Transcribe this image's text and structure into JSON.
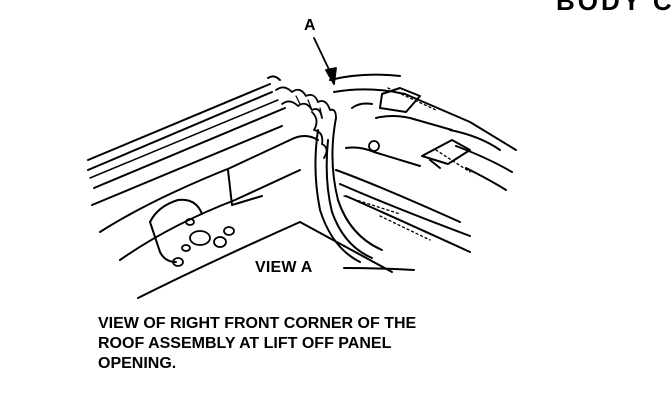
{
  "diagram": {
    "callout_label": "A",
    "view_label": "VIEW A",
    "corner_header_fragment": "BODY C",
    "caption_lines": [
      "VIEW OF RIGHT FRONT CORNER OF THE",
      "ROOF ASSEMBLY AT LIFT OFF PANEL",
      "OPENING."
    ]
  },
  "colors": {
    "ink": "#000000",
    "paper": "#ffffff"
  }
}
